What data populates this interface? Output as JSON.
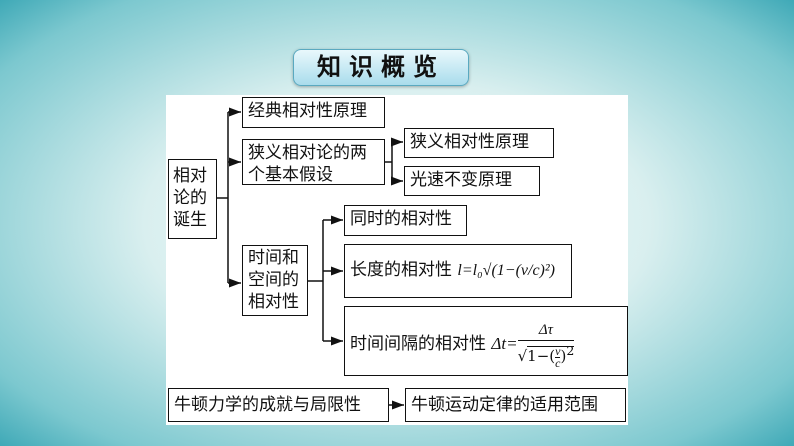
{
  "title": "知识概览",
  "root": "相对论的诞生",
  "classical": "经典相对性原理",
  "postulates": "狭义相对论的两个基本假设",
  "postulate_1": "狭义相对性原理",
  "postulate_2": "光速不变原理",
  "spacetime": "时间和空间的相对性",
  "simultaneity": "同时的相对性",
  "length_label": "长度的相对性",
  "length_formula": "l=l₀√(1−(v/c)²)",
  "time_label": "时间间隔的相对性",
  "time_formula": "Δt=Δτ/√(1−(v/c)²)",
  "newton_1": "牛顿力学的成就与局限性",
  "newton_2": "牛顿运动定律的适用范围"
}
